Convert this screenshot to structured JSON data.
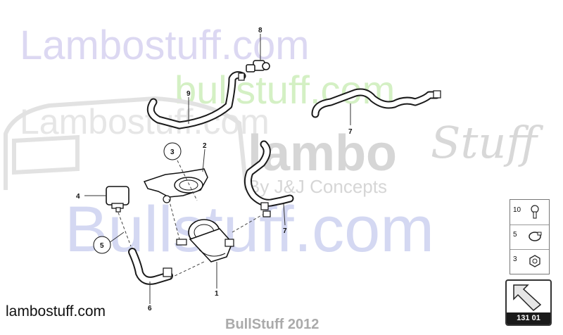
{
  "watermarks": {
    "lambostuff_top": "Lambostuff.com",
    "bullstuff_green": "bullstuff.com",
    "lambostuff_mid": "Lambostuff.com",
    "lambo_big": "lambo",
    "stuff_script": "Stuff",
    "by_line": "By J&J Concepts",
    "bullstuff_blue": "Bullstuff.com"
  },
  "footer": {
    "site_label": "lambostuff.com",
    "copyright": "BullStuff 2012"
  },
  "callouts": [
    {
      "id": "8",
      "label": "8"
    },
    {
      "id": "9",
      "label": "9"
    },
    {
      "id": "7a",
      "label": "7"
    },
    {
      "id": "2",
      "label": "2"
    },
    {
      "id": "3",
      "label": "3"
    },
    {
      "id": "4",
      "label": "4"
    },
    {
      "id": "5",
      "label": "5"
    },
    {
      "id": "7b",
      "label": "7"
    },
    {
      "id": "1",
      "label": "1"
    },
    {
      "id": "6",
      "label": "6"
    }
  ],
  "legend": {
    "items": [
      {
        "number": "10",
        "icon": "bolt-icon"
      },
      {
        "number": "5",
        "icon": "hose-clamp-icon"
      },
      {
        "number": "3",
        "icon": "nut-icon"
      }
    ]
  },
  "badge": {
    "code": "131 01",
    "icon": "arrow-icon"
  }
}
